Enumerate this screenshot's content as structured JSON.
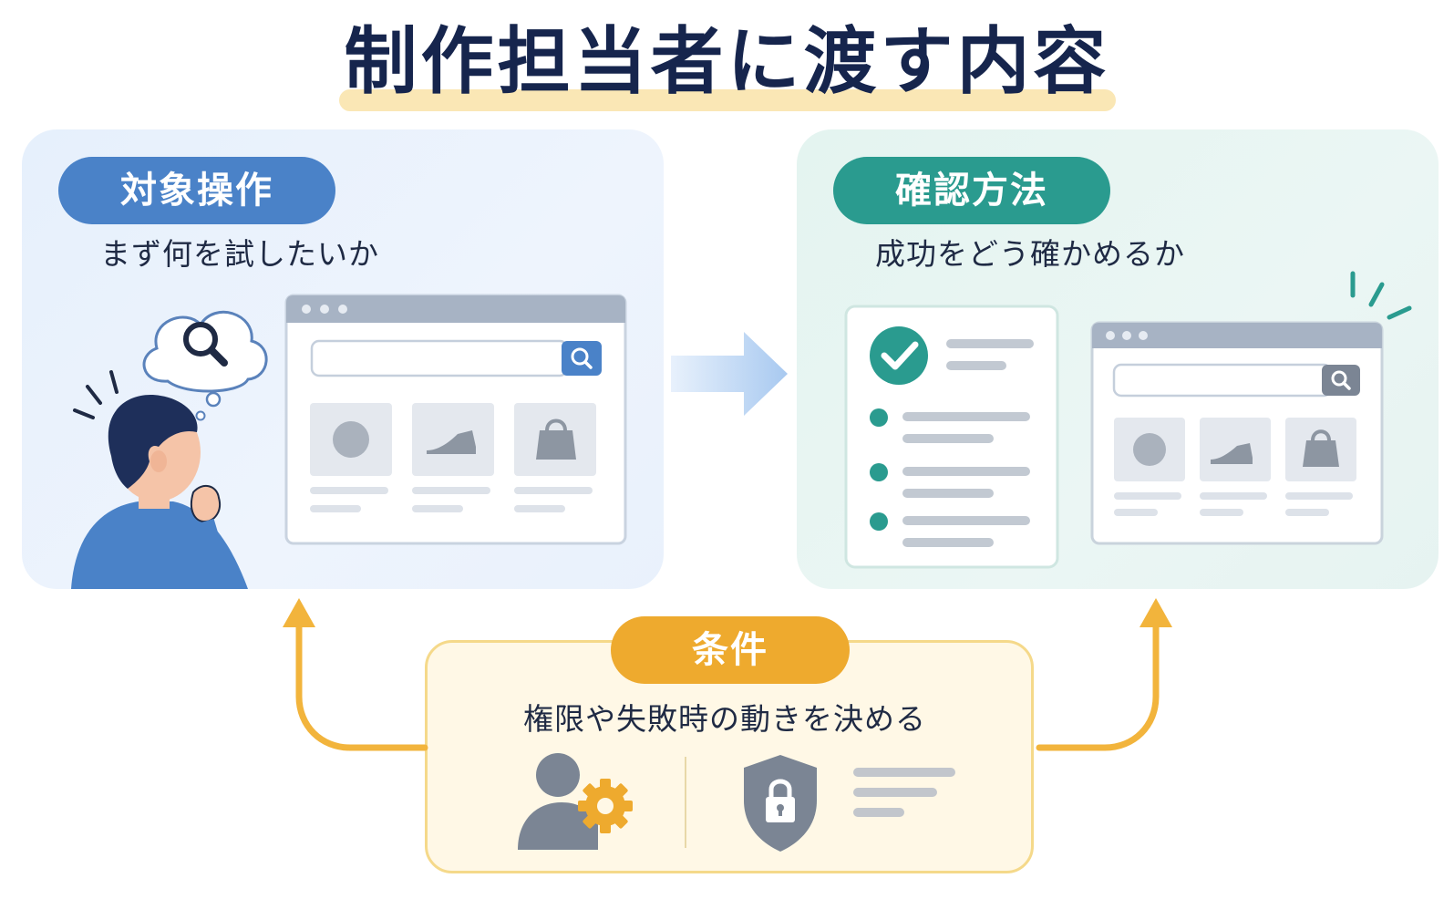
{
  "title": "制作担当者に渡す内容",
  "left_panel": {
    "pill_label": "対象操作",
    "subtitle": "まず何を試したいか"
  },
  "right_panel": {
    "pill_label": "確認方法",
    "subtitle": "成功をどう確かめるか"
  },
  "condition": {
    "pill_label": "条件",
    "subtitle": "権限や失敗時の動きを決める"
  },
  "icons": {
    "search": "search-icon",
    "shoe": "shoe-icon",
    "bag": "bag-icon",
    "check": "check-icon",
    "user_gear": "user-gear-icon",
    "lock_shield": "shield-lock-icon",
    "thought": "thought-bubble-icon"
  },
  "colors": {
    "title": "#16254d",
    "blue": "#4a82c8",
    "teal": "#2a9b8f",
    "amber": "#eeaa2e",
    "arrow": "#f2b43c",
    "gray": "#7b8594"
  }
}
